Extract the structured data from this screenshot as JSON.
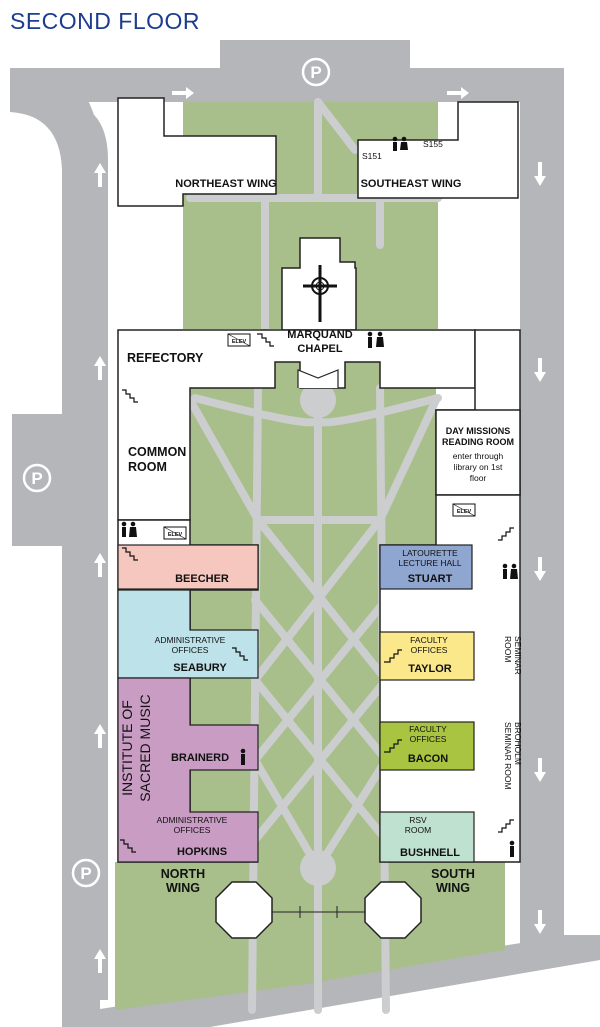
{
  "title": "SECOND FLOOR",
  "parking_label": "P",
  "elevator_label": "ELEV",
  "wings": {
    "northeast": "NORTHEAST WING",
    "southeast": "SOUTHEAST WING",
    "north_line1": "NORTH",
    "north_line2": "WING",
    "south_line1": "SOUTH",
    "south_line2": "WING"
  },
  "rooms": {
    "s151": "S151",
    "s155": "S155",
    "chapel_line1": "MARQUAND",
    "chapel_line2": "CHAPEL",
    "refectory": "REFECTORY",
    "common_line1": "COMMON",
    "common_line2": "ROOM",
    "day_missions_line1": "DAY MISSIONS",
    "day_missions_line2": "READING ROOM",
    "day_missions_note1": "enter through",
    "day_missions_note2": "library on 1st",
    "day_missions_note3": "floor",
    "beecher": "BEECHER",
    "latourette_line1": "LATOURETTE",
    "latourette_line2": "LECTURE HALL",
    "stuart": "STUART",
    "seabury_sub1": "ADMINISTRATIVE",
    "seabury_sub2": "OFFICES",
    "seabury": "SEABURY",
    "taylor_sub1": "FACULTY",
    "taylor_sub2": "OFFICES",
    "taylor": "TAYLOR",
    "seminar_line1": "SEMINAR",
    "seminar_line2": "ROOM",
    "institute_line1": "INSTITUTE OF",
    "institute_line2": "SACRED MUSIC",
    "brainerd": "BRAINERD",
    "bacon_sub1": "FACULTY",
    "bacon_sub2": "OFFICES",
    "bacon": "BACON",
    "broholm_line1": "BROHOLM",
    "broholm_line2": "SEMINAR ROOM",
    "hopkins_sub1": "ADMINISTRATIVE",
    "hopkins_sub2": "OFFICES",
    "hopkins": "HOPKINS",
    "rsv_line1": "RSV",
    "rsv_line2": "ROOM",
    "bushnell": "BUSHNELL"
  },
  "colors": {
    "road": "#b5b6b9",
    "lawn": "#a8bf8c",
    "path": "#cbcdce",
    "title": "#1d3c8f",
    "beecher": "#f5c7bf",
    "stuart": "#8fa6d0",
    "seabury": "#bde2ea",
    "taylor": "#fbe88a",
    "institute_sacred_music": "#c99cc4",
    "bacon": "#a9c440",
    "rsv_bushnell": "#bfe1cf"
  }
}
